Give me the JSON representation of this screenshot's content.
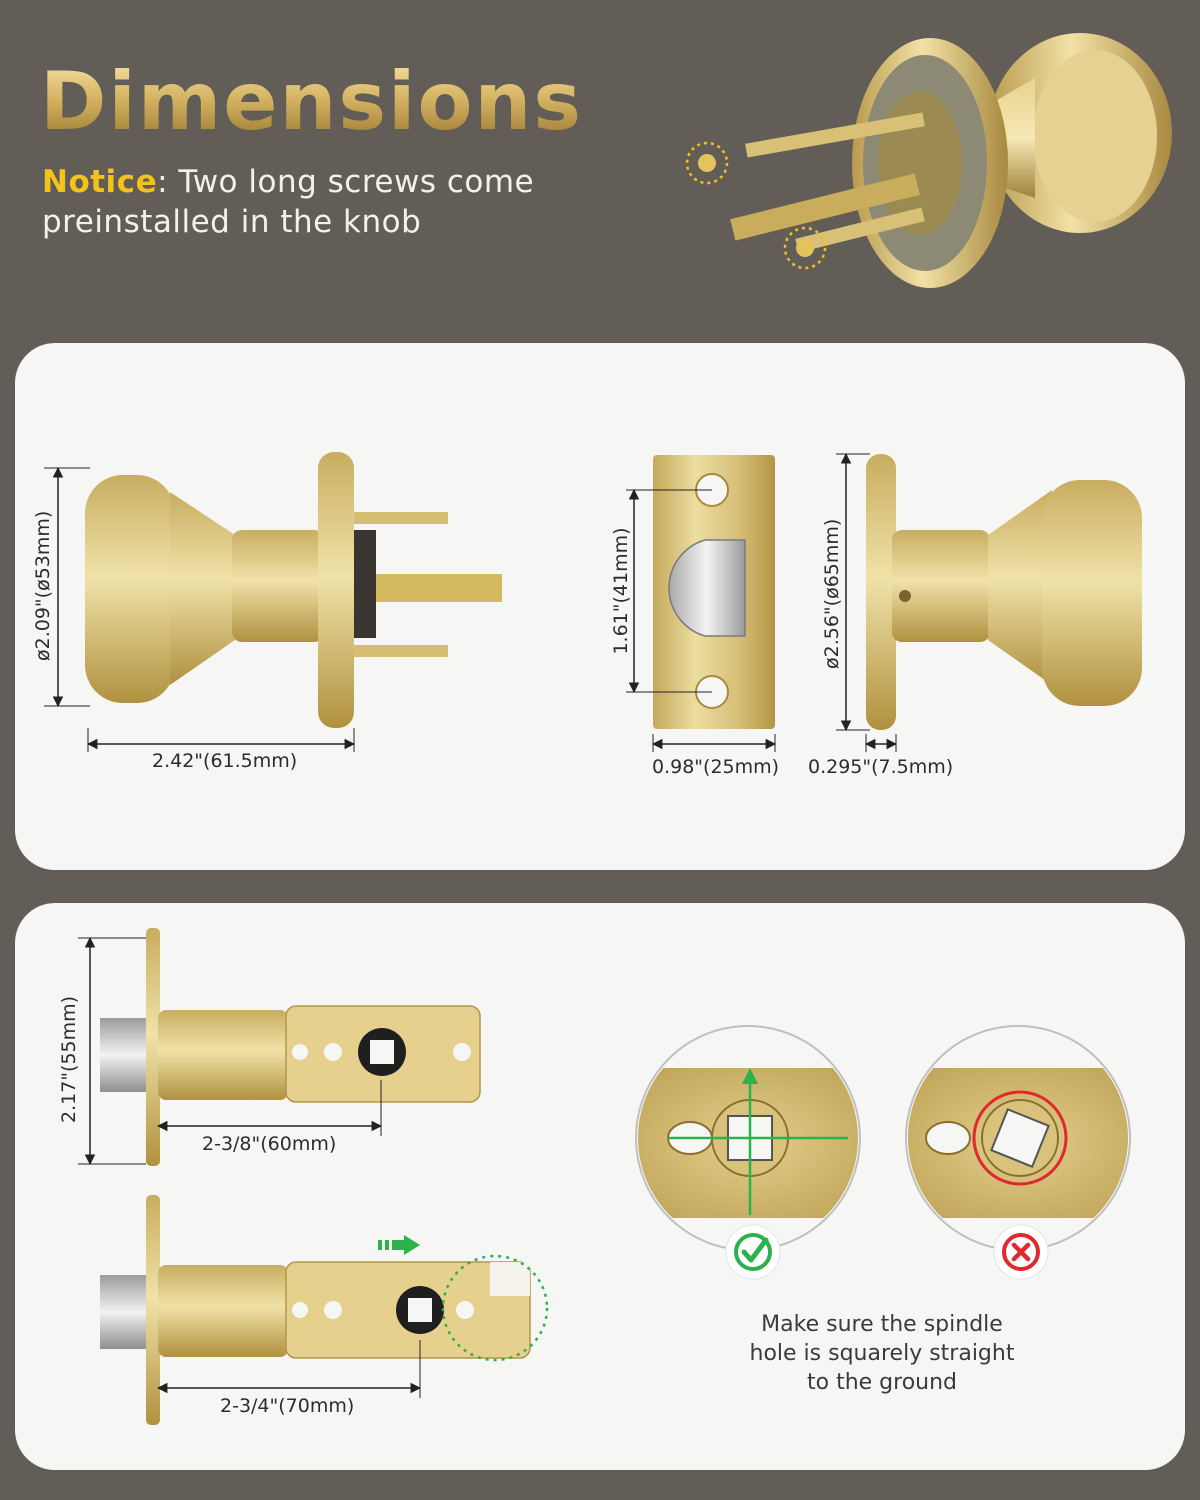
{
  "header": {
    "title": "Dimensions",
    "notice_keyword": "Notice",
    "notice_text": ": Two long screws come preinstalled in the knob"
  },
  "knob_dimensions": {
    "diameter_left": "ø2.09\"(ø53mm)",
    "length_left": "2.42\"(61.5mm)",
    "strike_height": "1.61\"(41mm)",
    "strike_width": "0.98\"(25mm)",
    "diameter_right": "ø2.56\"(ø65mm)",
    "rose_thickness": "0.295\"(7.5mm)"
  },
  "latch_dimensions": {
    "latch_height": "2.17\"(55mm)",
    "backset_short": "2-3/8\"(60mm)",
    "backset_long": "2-3/4\"(70mm)"
  },
  "spindle_note": {
    "line1": "Make sure the spindle",
    "line2": "hole is squarely straight",
    "line3": "to the ground"
  },
  "colors": {
    "background": "#625e57",
    "panel": "#f6f6f5",
    "gold": "#d9c07a",
    "notice_yellow": "#f3c21b",
    "correct_green": "#2bb24c",
    "wrong_red": "#e0282e"
  },
  "icons": {
    "correct": "check-icon",
    "wrong": "cross-icon",
    "adjust": "arrow-right-icon"
  }
}
